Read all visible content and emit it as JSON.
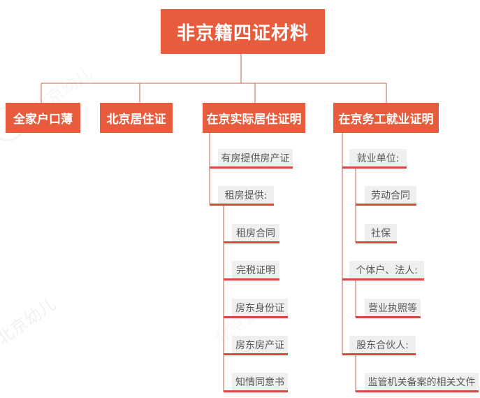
{
  "title": "非京籍四证材料",
  "level2": {
    "household": "全家户口薄",
    "permit": "北京居住证",
    "residence": "在京实际居住证明",
    "employment": "在京务工就业证明"
  },
  "residence_branch": {
    "own_house": "有房提供房产证",
    "renting": "租房提供:",
    "rent_items": [
      "租房合同",
      "完税证明",
      "房东身份证",
      "房东房产证",
      "知情同意书"
    ]
  },
  "employment_branch": {
    "employer": "就业单位:",
    "employer_items": [
      "劳动合同",
      "社保"
    ],
    "self_employed": "个体户、法人:",
    "self_employed_items": [
      "营业执照等"
    ],
    "shareholder": "股东合伙人:",
    "shareholder_items": [
      "监管机关备案的相关文件"
    ]
  },
  "watermark": "北京幼儿",
  "colors": {
    "box_orange": "#e85c3e",
    "underline_red": "#d6493f",
    "connector_line": "#cd5f48",
    "gray_box_bg": "#f1efed",
    "gray_box_text": "#585858"
  }
}
